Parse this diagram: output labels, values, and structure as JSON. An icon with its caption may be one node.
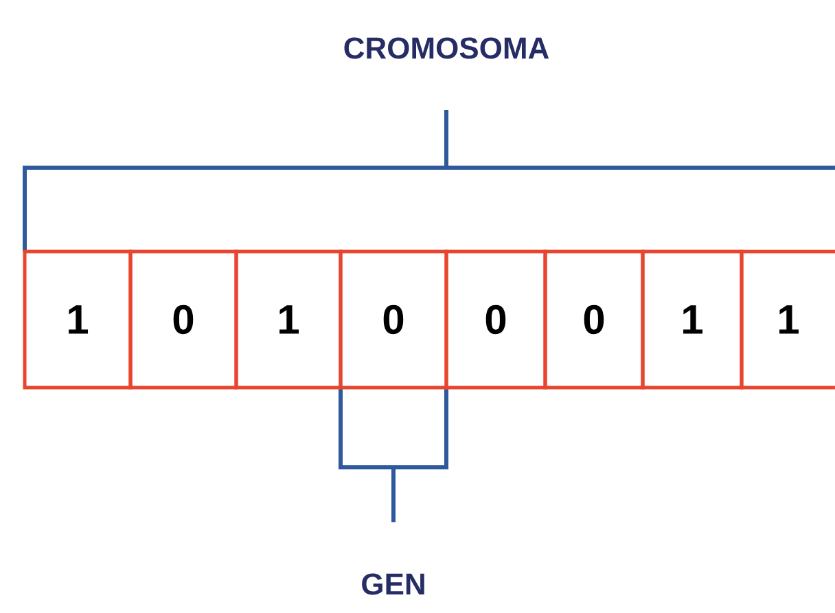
{
  "diagram": {
    "nodes": [
      {
        "text": [
          "1"
        ]
      },
      {
        "text": [
          "0"
        ]
      },
      {
        "text": [
          "1"
        ]
      },
      {
        "text": [
          "0"
        ]
      },
      {
        "text": [
          "0"
        ]
      },
      {
        "text": [
          "0"
        ]
      },
      {
        "text": [
          "1"
        ]
      },
      {
        "text": [
          "1"
        ]
      }
    ],
    "labels": [
      "CROMOSOMA",
      "GEN"
    ]
  }
}
